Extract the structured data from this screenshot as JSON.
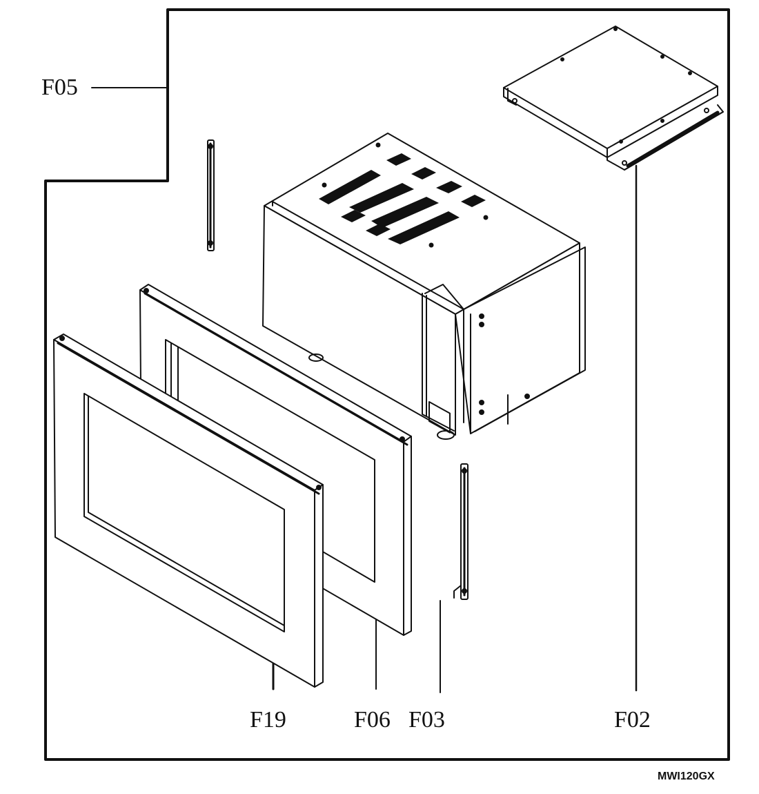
{
  "labels": {
    "f05": "F05",
    "f19": "F19",
    "f06": "F06",
    "f03": "F03",
    "f02": "F02"
  },
  "model_code": "MWI120GX",
  "colors": {
    "line": "#111111",
    "background": "#ffffff"
  }
}
